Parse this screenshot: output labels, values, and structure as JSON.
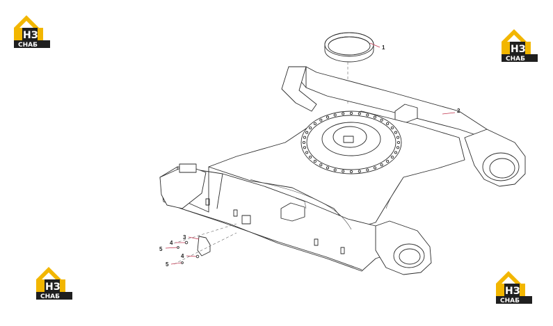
{
  "logos": [
    {
      "id": "top-left",
      "mark": "НЗ",
      "word": "СНАБ",
      "accent": "#f2b600",
      "dark": "#1f1f1f"
    },
    {
      "id": "top-right",
      "mark": "НЗ",
      "word": "СНАБ",
      "accent": "#f2b600",
      "dark": "#1f1f1f"
    },
    {
      "id": "bottom-left",
      "mark": "НЗ",
      "word": "СНАБ",
      "accent": "#f2b600",
      "dark": "#1f1f1f"
    },
    {
      "id": "bottom-right",
      "mark": "НЗ",
      "word": "СНАБ",
      "accent": "#f2b600",
      "dark": "#1f1f1f"
    }
  ],
  "callouts": {
    "c1": "1",
    "c2": "2",
    "c3": "3",
    "c4a": "4",
    "c4b": "4",
    "c5a": "5",
    "c5b": "5"
  },
  "colors": {
    "leader": "#c0304a",
    "line": "#2a2a2a"
  }
}
